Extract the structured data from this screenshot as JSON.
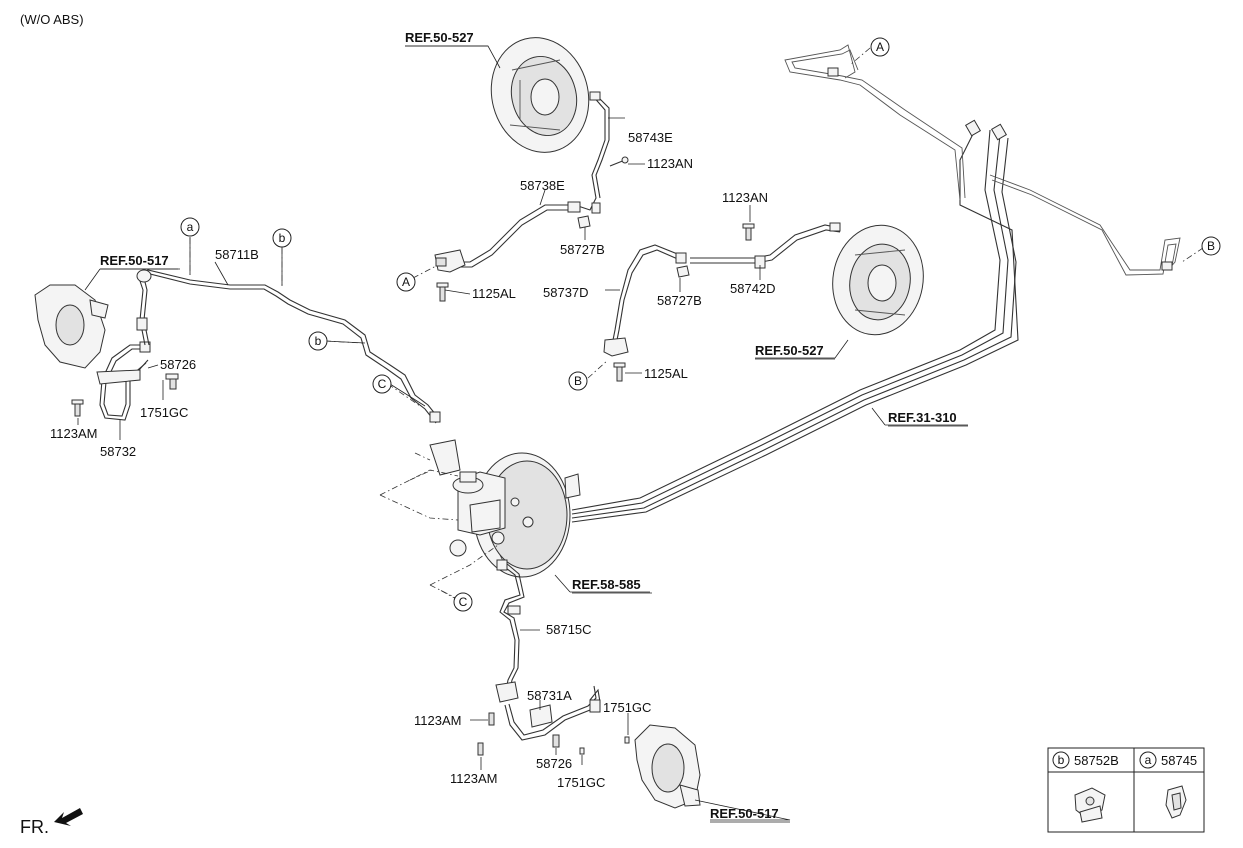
{
  "header": {
    "note": "(W/O ABS)"
  },
  "references": {
    "ref_50_527_top": "REF.50-527",
    "ref_50_527_right": "REF.50-527",
    "ref_50_517_left": "REF.50-517",
    "ref_50_517_bottom": "REF.50-517",
    "ref_31_310": "REF.31-310",
    "ref_58_585": "REF.58-585"
  },
  "part_numbers": {
    "p58743E": "58743E",
    "p1123AN_top": "1123AN",
    "p58738E": "58738E",
    "p58727B_top": "58727B",
    "p1125AL_top": "1125AL",
    "p1123AN_mid": "1123AN",
    "p58737D": "58737D",
    "p58727B_mid": "58727B",
    "p58742D": "58742D",
    "p1125AL_mid": "1125AL",
    "p58711B": "58711B",
    "p58726_left": "58726",
    "p1751GC_left": "1751GC",
    "p1123AM_left": "1123AM",
    "p58732": "58732",
    "p58715C": "58715C",
    "p58731A": "58731A",
    "p1751GC_bottom_right": "1751GC",
    "p1123AM_bottom1": "1123AM",
    "p1123AM_bottom2": "1123AM",
    "p58726_bottom": "58726",
    "p1751GC_bottom": "1751GC"
  },
  "callouts": {
    "A_top": "A",
    "A_left": "A",
    "B_right": "B",
    "B_mid": "B",
    "a_pipe": "a",
    "b_top": "b",
    "b_pipe": "b",
    "C_pipe": "C",
    "C_bottom": "C"
  },
  "legend": {
    "b_letter": "b",
    "b_part": "58752B",
    "a_letter": "a",
    "a_part": "58745"
  },
  "footer": {
    "direction_label": "FR."
  }
}
